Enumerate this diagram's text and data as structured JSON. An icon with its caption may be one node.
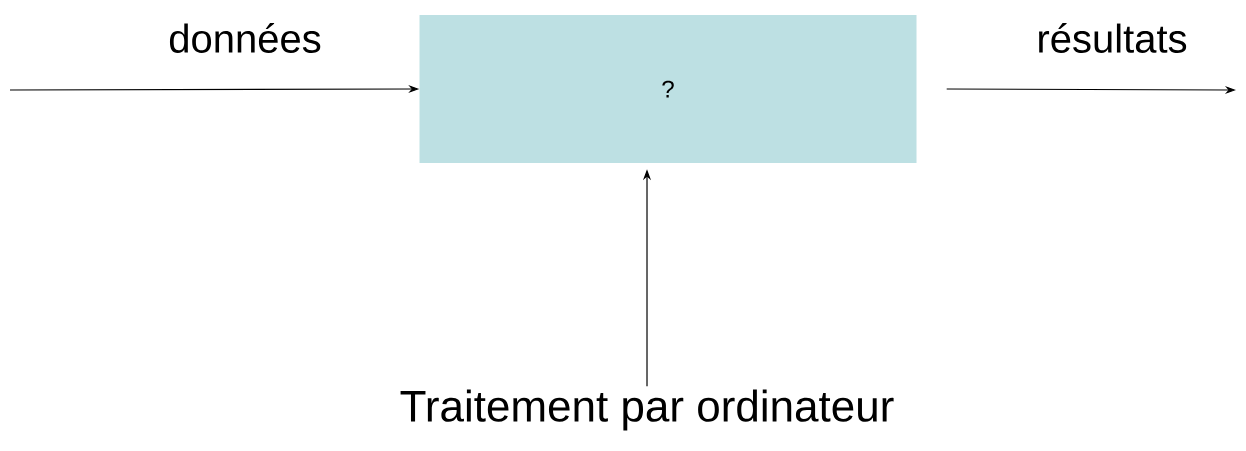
{
  "diagram": {
    "nodes": [
      {
        "text": [
          "?"
        ]
      },
      {
        "text": [
          "Traitement par ordinateur"
        ]
      }
    ],
    "edges": [
      {
        "from": null,
        "to": 0,
        "arrow": "to",
        "label": "données"
      },
      {
        "from": 0,
        "to": null,
        "arrow": "to",
        "label": "résultats"
      },
      {
        "from": 1,
        "to": 0,
        "arrow": "to"
      }
    ]
  }
}
